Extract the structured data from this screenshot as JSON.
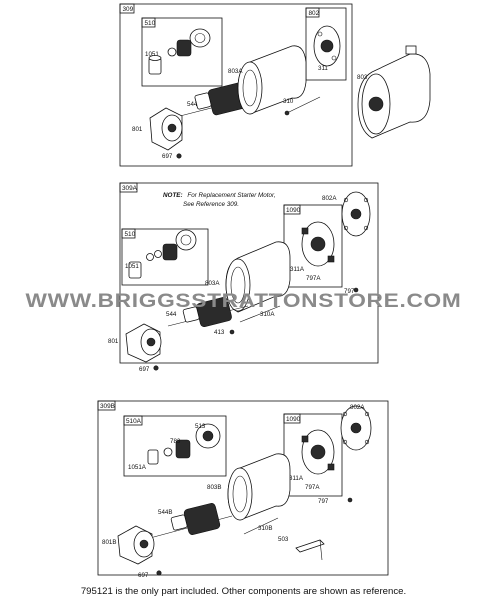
{
  "watermark": "WWW.BRIGGSSTRATTONSTORE.COM",
  "footer_note": "795121 is the only part included. Other components are shown as reference.",
  "note": {
    "bold": "NOTE:",
    "line1": "For Replacement Starter Motor,",
    "line2": "See Reference 309."
  },
  "section1": {
    "tag": "309",
    "sub_510": "510",
    "sub_802": "802",
    "labels": {
      "l1051": "1051",
      "l311": "311",
      "l803a": "803A",
      "l544": "544",
      "l310": "310",
      "l801": "801",
      "l697": "697",
      "l803": "803"
    }
  },
  "section2": {
    "tag": "309A",
    "sub_510": "510",
    "sub_1090": "1090",
    "labels": {
      "l802a": "802A",
      "l1051": "1051",
      "l311a": "311A",
      "l797a": "797A",
      "l797": "797",
      "l803a": "803A",
      "l544": "544",
      "l310a": "310A",
      "l413": "413",
      "l801": "801",
      "l697": "697"
    }
  },
  "section3": {
    "tag": "309B",
    "sub_510a": "510A",
    "sub_1090": "1090",
    "labels": {
      "l802a": "802A",
      "l513": "513",
      "l783": "783",
      "l1051a": "1051A",
      "l311a": "311A",
      "l797a": "797A",
      "l797": "797",
      "l803b": "803B",
      "l544b": "544B",
      "l310b": "310B",
      "l503": "503",
      "l801b": "801B",
      "l697": "697"
    }
  }
}
